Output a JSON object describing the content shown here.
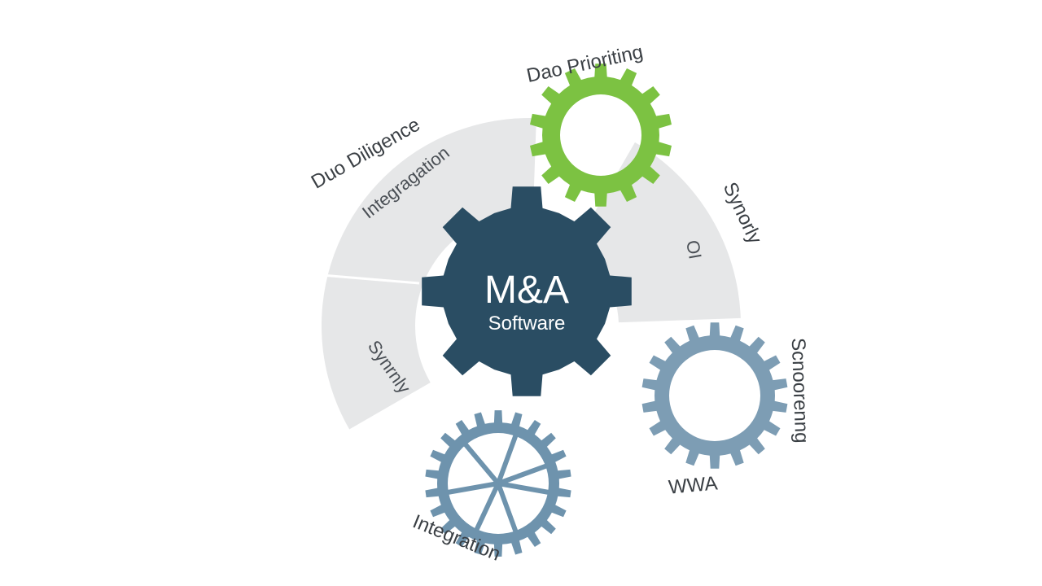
{
  "center": {
    "title": "M&A",
    "subtitle": "Software"
  },
  "segments": {
    "upper_left": "Integragation",
    "right": "OI",
    "lower_left": "Synrnly"
  },
  "outer_labels": {
    "top_left": "Duo Diligence",
    "top": "Dao Prioriting",
    "right_upper": "Synorly",
    "right_gear": "Scnoorenng",
    "right_bottom": "WWA",
    "bottom": "Integration"
  },
  "colors": {
    "center_gear": "#2a4d63",
    "green_gear": "#7cc242",
    "blue_gear_right": "#7d9db4",
    "blue_gear_bottom": "#6e93ad",
    "segment_fill": "#e6e7e8",
    "divider": "#ffffff"
  },
  "icons": {
    "center": "gear-icon",
    "top": "gear-icon",
    "right": "gear-icon",
    "bottom": "spoked-gear-icon"
  }
}
